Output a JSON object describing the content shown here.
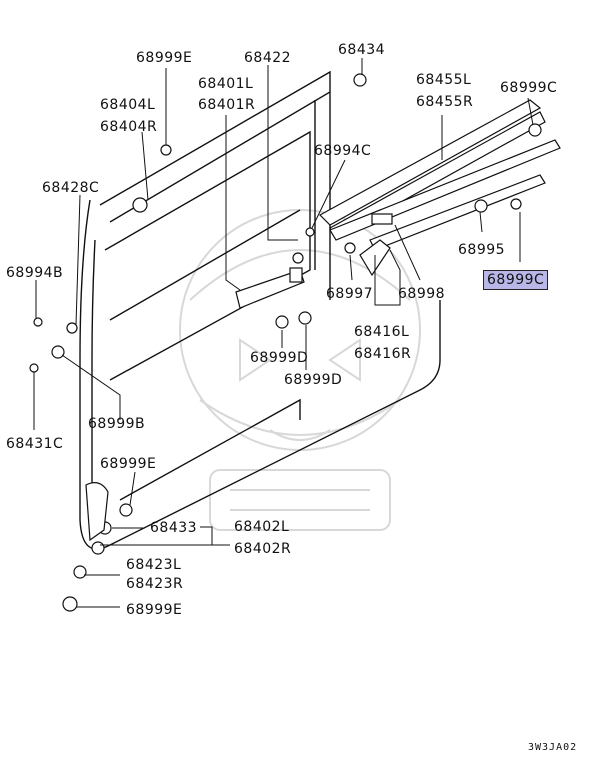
{
  "labels": {
    "p68999E_top": "68999E",
    "p68422": "68422",
    "p68434": "68434",
    "p68455L": "68455L",
    "p68455R": "68455R",
    "p68999C_top": "68999C",
    "p68401L": "68401L",
    "p68401R": "68401R",
    "p68404L": "68404L",
    "p68404R": "68404R",
    "p68994C": "68994C",
    "p68428C": "68428C",
    "p68995": "68995",
    "p68999C_hl": "68999C",
    "p68994B": "68994B",
    "p68997": "68997",
    "p68998": "68998",
    "p68416L": "68416L",
    "p68416R": "68416R",
    "p68999D_a": "68999D",
    "p68999D_b": "68999D",
    "p68999B": "68999B",
    "p68431C": "68431C",
    "p68999E_mid": "68999E",
    "p68433": "68433",
    "p68402L": "68402L",
    "p68402R": "68402R",
    "p68423L": "68423L",
    "p68423R": "68423R",
    "p68999E_bot": "68999E"
  },
  "diagram_code": "3W3JA02",
  "colors": {
    "highlight": "#b9b6e8",
    "ink": "#111111",
    "watermark": "#d8d8d8"
  },
  "highlighted_part": "68999C"
}
